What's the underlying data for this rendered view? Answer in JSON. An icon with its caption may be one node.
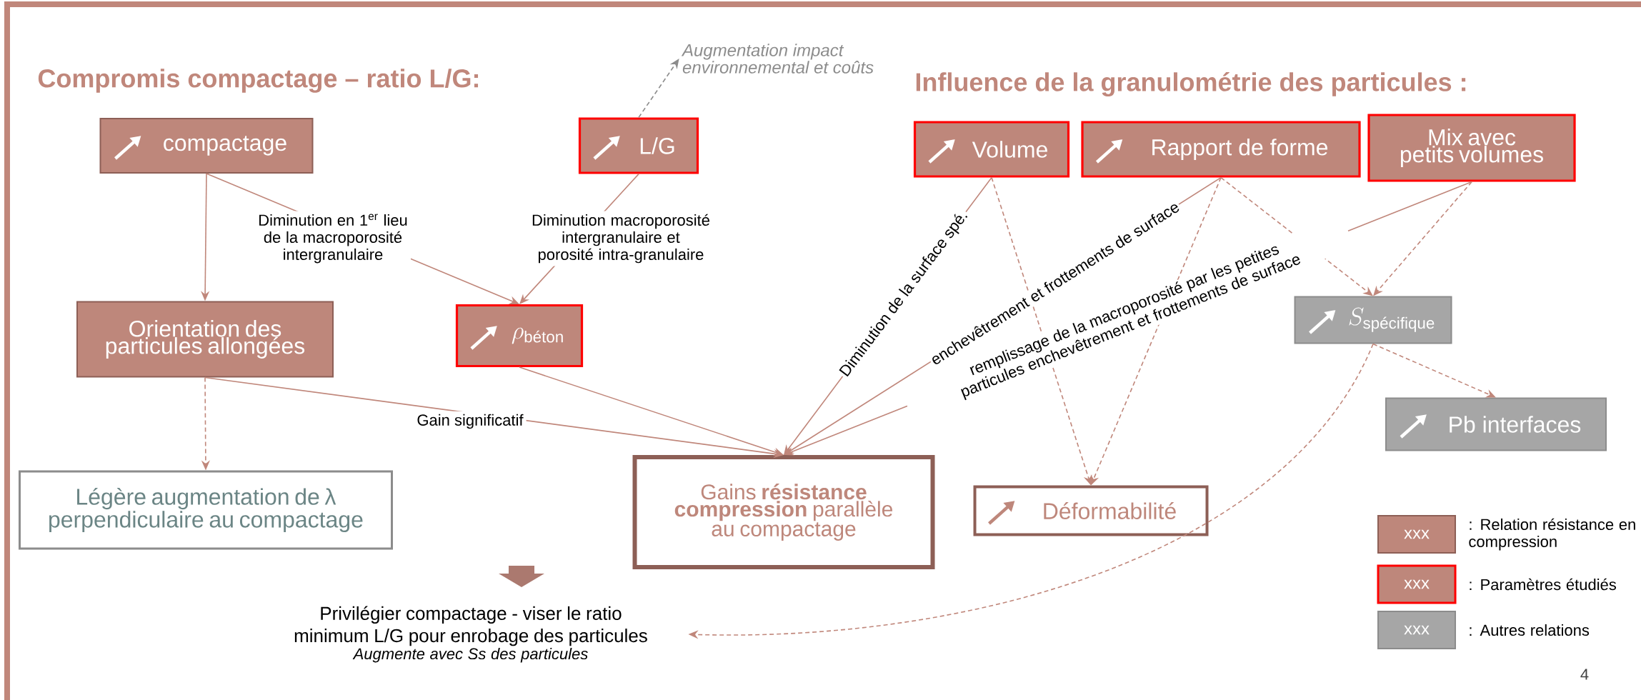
{
  "diagram": {
    "nodes": [
      {
        "text": [
          "compactage"
        ]
      },
      {
        "text": [
          "L/G"
        ]
      },
      {
        "text": [
          "Augmentation impact environnemental et coûts"
        ]
      },
      {
        "text": [
          "Orientation des particules allongées"
        ]
      },
      {
        "text": [
          "\\rho_{\\text{béton}}"
        ]
      },
      {
        "text": [
          "Légère augmentation de λ perpendiculaire au compactage"
        ]
      },
      {
        "text": [
          "Gains **résistance compression** parallèle au compactage"
        ]
      },
      {
        "text": [
          "Volume"
        ]
      },
      {
        "text": [
          "Rapport de forme"
        ]
      },
      {
        "text": [
          "Mix avec petits volumes"
        ]
      },
      {
        "text": [
          "S_{\\text{spécifique}}"
        ]
      },
      {
        "text": [
          "Pb interfaces"
        ]
      },
      {
        "text": [
          "Déformabilité"
        ]
      },
      {
        "text": [
          "Privilégier compactage - viser le ratio minimum L/G pour enrobage des particules",
          "Augmente avec Ss des particules"
        ]
      }
    ],
    "edges": [
      {
        "from": 0,
        "to": 3,
        "arrow": "to"
      },
      {
        "from": 0,
        "to": 4,
        "arrow": "to",
        "label": "Diminution en 1$^{er}$ lieu de la macroporosité intergranulaire"
      },
      {
        "from": 1,
        "to": 4,
        "arrow": "to",
        "label": "Diminution macroporosité intergranulaire et porosité intra-granulaire"
      },
      {
        "from": 1,
        "to": 2,
        "arrow": "to",
        "style": "dashed",
        "color": "#8c8c8c"
      },
      {
        "from": 3,
        "to": 5,
        "arrow": "to",
        "style": "dashed"
      },
      {
        "from": 3,
        "to": 6,
        "arrow": "to",
        "label": "Gain significatif"
      },
      {
        "from": 4,
        "to": 6,
        "arrow": "to"
      },
      {
        "from": 7,
        "to": 6,
        "arrow": "to",
        "label": "Diminution de la surface spé."
      },
      {
        "from": 8,
        "to": 6,
        "arrow": "to",
        "label": "enchevêtrement et frottements de surface"
      },
      {
        "from": 9,
        "to": 6,
        "arrow": "to",
        "label": "remplissage de la macroporosité par les petites particules enchevêtrement et frottements de surface"
      },
      {
        "from": 7,
        "to": 12,
        "arrow": "to",
        "style": "dashed"
      },
      {
        "from": 8,
        "to": 12,
        "arrow": "to",
        "style": "dashed"
      },
      {
        "from": 8,
        "to": 10,
        "arrow": "to",
        "style": "dashed"
      },
      {
        "from": 9,
        "to": 10,
        "arrow": "to",
        "style": "dashed"
      },
      {
        "from": 10,
        "to": 11,
        "arrow": "to",
        "style": "dashed"
      },
      {
        "from": 10,
        "to": 13,
        "arrow": "to",
        "style": "dashed"
      }
    ],
    "labels": [
      "Compromis compactage – ratio L/G:",
      "Influence de la granulométrie des particules :",
      "xxx",
      "xxx",
      "xxx",
      "4"
    ],
    "legend": [
      {
        "text": ": Relation résistance en compression",
        "color": "#be877b"
      },
      {
        "text": ": Paramètres étudiés",
        "color": "#be877b"
      },
      {
        "text": ": Autres relations",
        "color": "#a6a6a6"
      }
    ]
  }
}
